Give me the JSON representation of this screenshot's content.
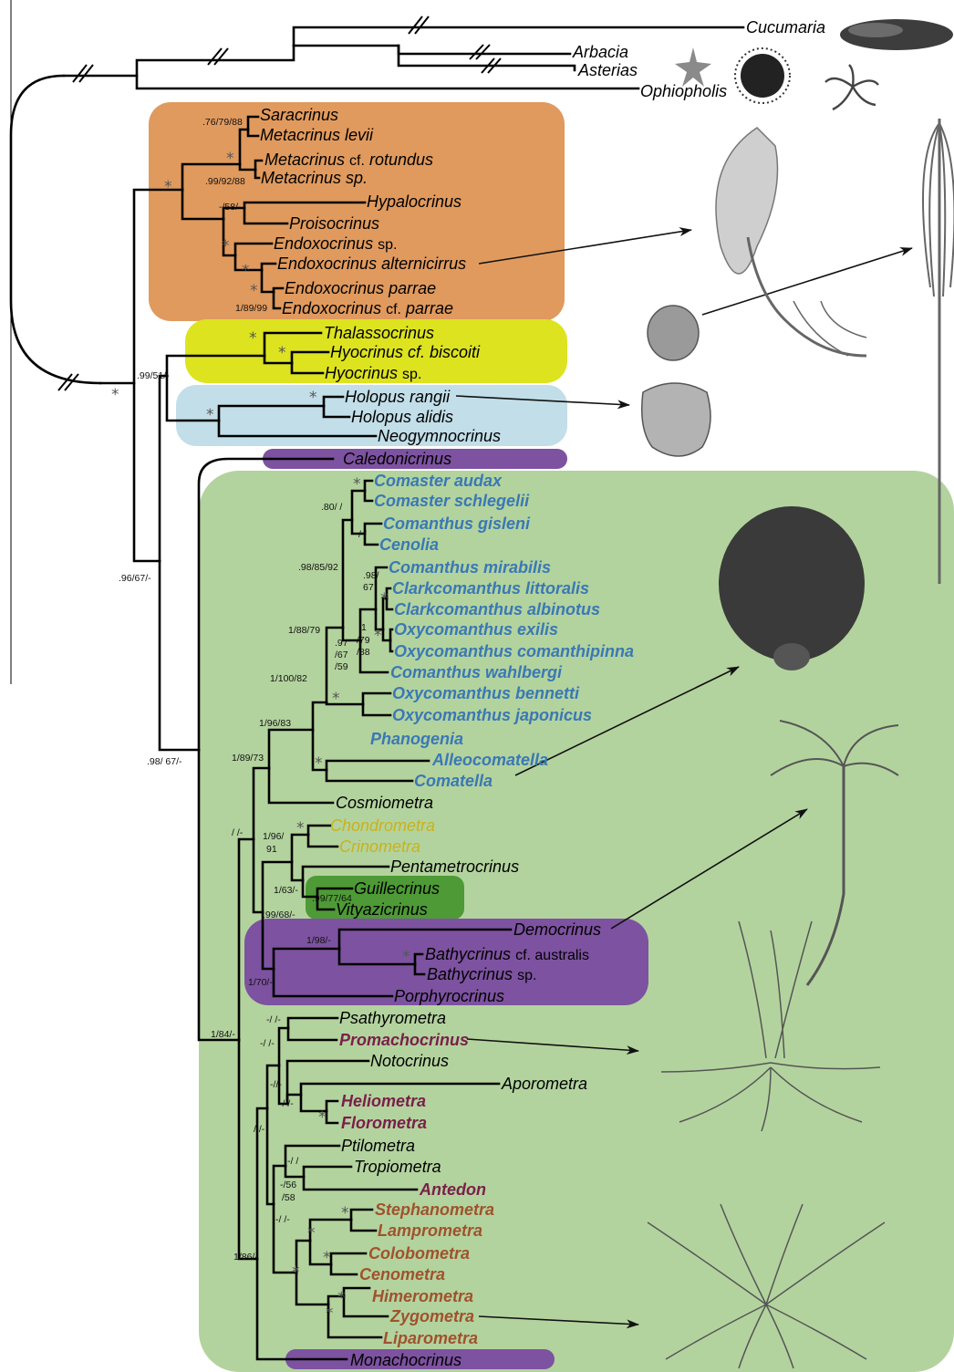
{
  "colors": {
    "comatulid_text": "#3a78b5",
    "yellow_text": "#c9b21c",
    "maroon_text": "#7a1f4a",
    "brown_text": "#a0522d",
    "black_text": "#000000",
    "box_orange": "#e09a5e",
    "box_yellow": "#dde31f",
    "box_lightblue": "#c2dee8",
    "box_purple": "#7d52a0",
    "box_green_large": "#b3d39e",
    "box_green_dark": "#4d9a36"
  },
  "outgroups": {
    "cucumaria": "Cucumaria",
    "arbacia": "Arbacia",
    "asterias": "Asterias",
    "ophiopholis": "Ophiopholis"
  },
  "isocrinida": {
    "saracrinus": "Saracrinus",
    "metacrinus_levii": "Metacrinus levii",
    "metacrinus_rotundus_genus": "Metacrinus",
    "metacrinus_rotundus_cf": "cf.",
    "metacrinus_rotundus_species": "rotundus",
    "metacrinus_sp_genus": "Metacrinus",
    "metacrinus_sp": "sp.",
    "hypalocrinus": "Hypalocrinus",
    "proisocrinus": "Proisocrinus",
    "endoxocrinus_sp_genus": "Endoxocrinus",
    "endoxocrinus_sp": "sp.",
    "endoxocrinus_alternicirrus": "Endoxocrinus alternicirrus",
    "endoxocrinus_parrae": "Endoxocrinus parrae",
    "endoxocrinus_cf_parrae_genus": "Endoxocrinus",
    "endoxocrinus_cf_parrae_cf": "cf.",
    "endoxocrinus_cf_parrae_species": "parrae"
  },
  "hyocrinida": {
    "thalassocrinus": "Thalassocrinus",
    "hyocrinus_biscoiti": "Hyocrinus cf. biscoiti",
    "hyocrinus_sp_genus": "Hyocrinus",
    "hyocrinus_sp": "sp."
  },
  "cyrtocrinida": {
    "holopus_rangii": "Holopus rangii",
    "holopus_alidis": "Holopus alidis",
    "neogymnocrinus": "Neogymnocrinus"
  },
  "caledonicrinus": "Caledonicrinus",
  "comatulida": {
    "comaster_audax": "Comaster audax",
    "comaster_schlegelii": "Comaster schlegelii",
    "comanthus_gisleni": "Comanthus gisleni",
    "cenolia": "Cenolia",
    "comanthus_mirabilis": "Comanthus mirabilis",
    "clarkcomanthus_littoralis": "Clarkcomanthus littoralis",
    "clarkcomanthus_albinotus": "Clarkcomanthus albinotus",
    "oxycomanthus_exilis": "Oxycomanthus exilis",
    "oxycomanthus_comanthipinna": "Oxycomanthus comanthipinna",
    "comanthus_wahlbergi": "Comanthus wahlbergi",
    "oxycomanthus_bennetti": "Oxycomanthus bennetti",
    "oxycomanthus_japonicus": "Oxycomanthus japonicus",
    "phanogenia": "Phanogenia",
    "alleocomatella": "Alleocomatella",
    "comatella": "Comatella",
    "cosmiometra": "Cosmiometra",
    "chondrometra": "Chondrometra",
    "crinometra": "Crinometra",
    "pentametrocrinus": "Pentametrocrinus",
    "guillecrinus": "Guillecrinus",
    "vityazicrinus": "Vityazicrinus",
    "democrinus": "Democrinus",
    "bathycrinus_australis_genus": "Bathycrinus",
    "bathycrinus_australis_cf": "cf. australis",
    "bathycrinus_sp_genus": "Bathycrinus",
    "bathycrinus_sp": "sp.",
    "porphyrocrinus": "Porphyrocrinus",
    "psathyrometra": "Psathyrometra",
    "promachocrinus": "Promachocrinus",
    "notocrinus": "Notocrinus",
    "aporometra": "Aporometra",
    "heliometra": "Heliometra",
    "florometra": "Florometra",
    "ptilometra": "Ptilometra",
    "tropiometra": "Tropiometra",
    "antedon": "Antedon",
    "stephanometra": "Stephanometra",
    "lamprometra": "Lamprometra",
    "colobometra": "Colobometra",
    "cenometra": "Cenometra",
    "himerometra": "Himerometra",
    "zygometra": "Zygometra",
    "liparometra": "Liparometra",
    "monachocrinus": "Monachocrinus"
  },
  "support": {
    "s01": ".76/79/88",
    "s02": ".99/92/88",
    "s03": "-/58/-",
    "s04": "1/89/99",
    "s05": ".99/51/-",
    "s06": ".96/67/-",
    "s07": ".80/ /",
    "s08": "/ /",
    "s09": ".98/85/92",
    "s10a": ".98/",
    "s10b": "67",
    "s11": "1/88/79",
    "s12a": ".97",
    "s12b": "/67",
    "s12c": "/59",
    "s13a": "1",
    "s13b": "/79",
    "s13c": "/88",
    "s14": "1/100/82",
    "s15": "1/96/83",
    "s16": ".98/ 67/-",
    "s17": "1/89/73",
    "s18": "/ /-",
    "s19a": "1/96/",
    "s19b": "91",
    "s20": "1/63/-",
    "s21": ".99/77/64",
    "s22": ".99/68/-",
    "s23": "1/98/-",
    "s24": "1/70/-",
    "s25": "1/84/-",
    "s26": "-/ /-",
    "s27": "-/ /-",
    "s28": "-//-",
    "s29": "-/ /-",
    "s30": "/ /-",
    "s31": "-/ /",
    "s32a": "-/56",
    "s32b": "/58",
    "s33": "-/ /-",
    "s34": "1/86/-",
    "star": "*"
  }
}
